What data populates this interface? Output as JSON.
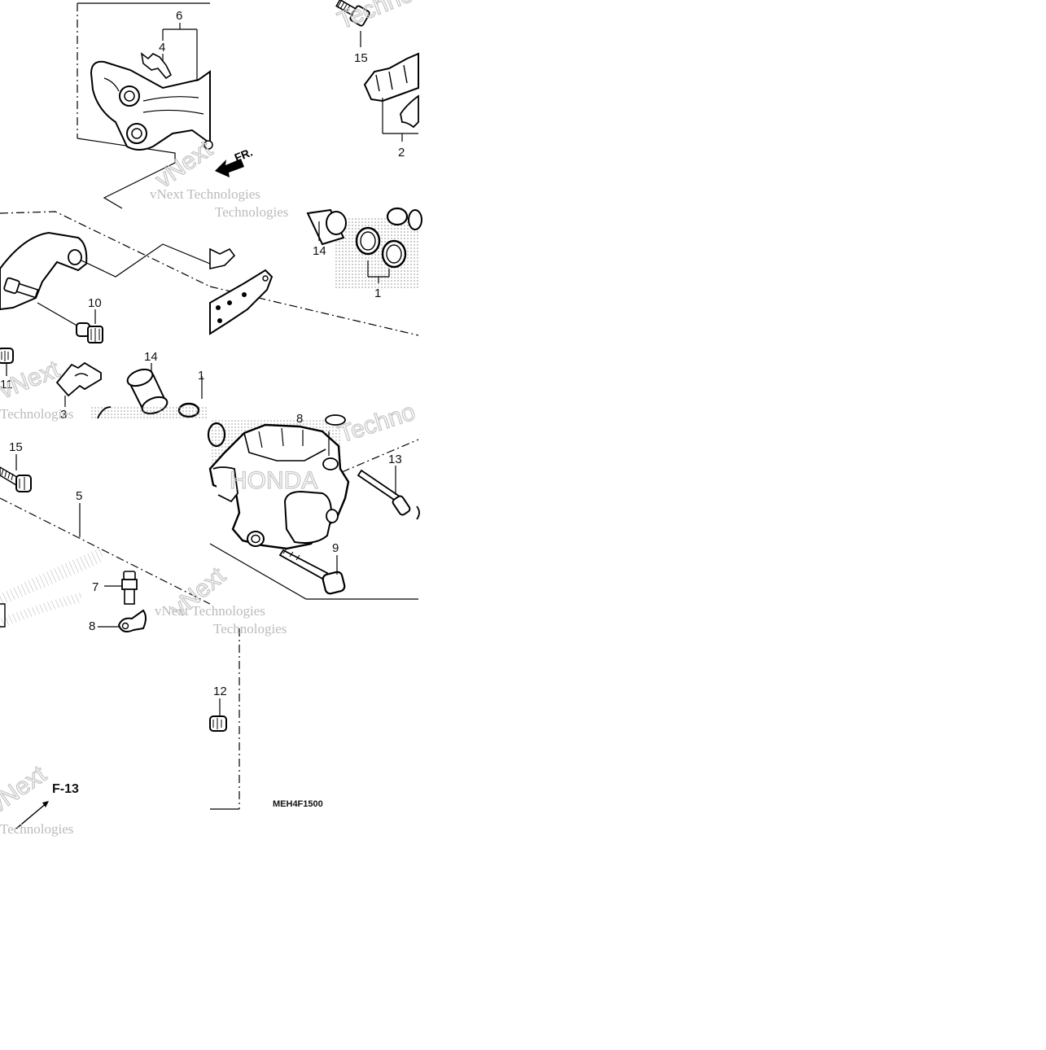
{
  "diagram": {
    "callouts": {
      "c6": "6",
      "c4": "4",
      "c15a": "15",
      "c2": "2",
      "c14a": "14",
      "c1a": "1",
      "c10": "10",
      "c14b": "14",
      "c1b": "1",
      "c11": "11",
      "c3": "3",
      "c15b": "15",
      "c5": "5",
      "c8a": "8",
      "c13": "13",
      "c9": "9",
      "c7": "7",
      "c8b": "8",
      "c12": "12"
    },
    "fr_label": "FR.",
    "ref_label": "F-13",
    "drawing_code": "MEH4F1500"
  },
  "watermark": {
    "line1": "vNext Technologies",
    "line2": "Technologies",
    "line3": "vNext",
    "line4": "Techno"
  }
}
